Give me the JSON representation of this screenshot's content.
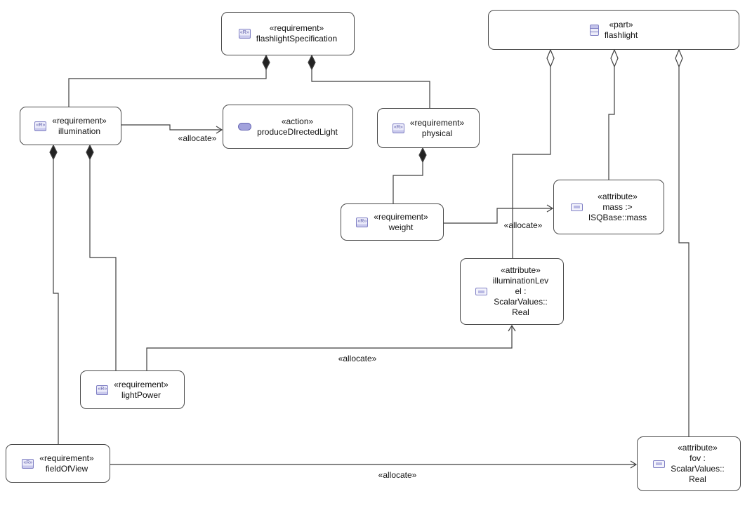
{
  "diagram": {
    "kind": "sysml-general-view-diagram",
    "background": "#ffffff",
    "edge_color": "#3f3f3f",
    "node_border_color": "#4a4a4a",
    "icon_accent_color": "#7f7fc4"
  },
  "icons": {
    "requirement_glyph": "«R»"
  },
  "nodes": [
    {
      "id": "flashlightSpecification",
      "stereotype": "«requirement»",
      "name": "flashlightSpecification",
      "icon": "requirement-icon"
    },
    {
      "id": "flashlight",
      "stereotype": "«part»",
      "name": "flashlight",
      "icon": "part-icon"
    },
    {
      "id": "illumination",
      "stereotype": "«requirement»",
      "name": "illumination",
      "icon": "requirement-icon"
    },
    {
      "id": "produceDIrectedLight",
      "stereotype": "«action»",
      "name": "produceDIrectedLight",
      "icon": "action-icon"
    },
    {
      "id": "physical",
      "stereotype": "«requirement»",
      "name": "physical",
      "icon": "requirement-icon"
    },
    {
      "id": "weight",
      "stereotype": "«requirement»",
      "name": "weight",
      "icon": "requirement-icon"
    },
    {
      "id": "mass",
      "stereotype": "«attribute»",
      "name": "mass :>\nISQBase::mass",
      "icon": "attribute-icon"
    },
    {
      "id": "illuminationLevel",
      "stereotype": "«attribute»",
      "name": "illuminationLev\nel :\nScalarValues::\nReal",
      "icon": "attribute-icon"
    },
    {
      "id": "lightPower",
      "stereotype": "«requirement»",
      "name": "lightPower",
      "icon": "requirement-icon"
    },
    {
      "id": "fieldOfView",
      "stereotype": "«requirement»",
      "name": "fieldOfView",
      "icon": "requirement-icon"
    },
    {
      "id": "fov",
      "stereotype": "«attribute»",
      "name": "fov :\nScalarValues::\nReal",
      "icon": "attribute-icon"
    }
  ],
  "edges": [
    {
      "source": "flashlightSpecification",
      "target": "illumination",
      "kind": "composition"
    },
    {
      "source": "flashlightSpecification",
      "target": "physical",
      "kind": "composition"
    },
    {
      "source": "illumination",
      "target": "produceDIrectedLight",
      "kind": "allocate",
      "label": "«allocate»"
    },
    {
      "source": "physical",
      "target": "weight",
      "kind": "composition"
    },
    {
      "source": "weight",
      "target": "mass",
      "kind": "allocate",
      "label": "«allocate»"
    },
    {
      "source": "illumination",
      "target": "lightPower",
      "kind": "composition"
    },
    {
      "source": "illumination",
      "target": "fieldOfView",
      "kind": "composition"
    },
    {
      "source": "lightPower",
      "target": "illuminationLevel",
      "kind": "allocate",
      "label": "«allocate»"
    },
    {
      "source": "fieldOfView",
      "target": "fov",
      "kind": "allocate",
      "label": "«allocate»"
    },
    {
      "source": "flashlight",
      "target": "illuminationLevel",
      "kind": "shared-aggregation"
    },
    {
      "source": "flashlight",
      "target": "mass",
      "kind": "shared-aggregation"
    },
    {
      "source": "flashlight",
      "target": "fov",
      "kind": "shared-aggregation"
    }
  ]
}
